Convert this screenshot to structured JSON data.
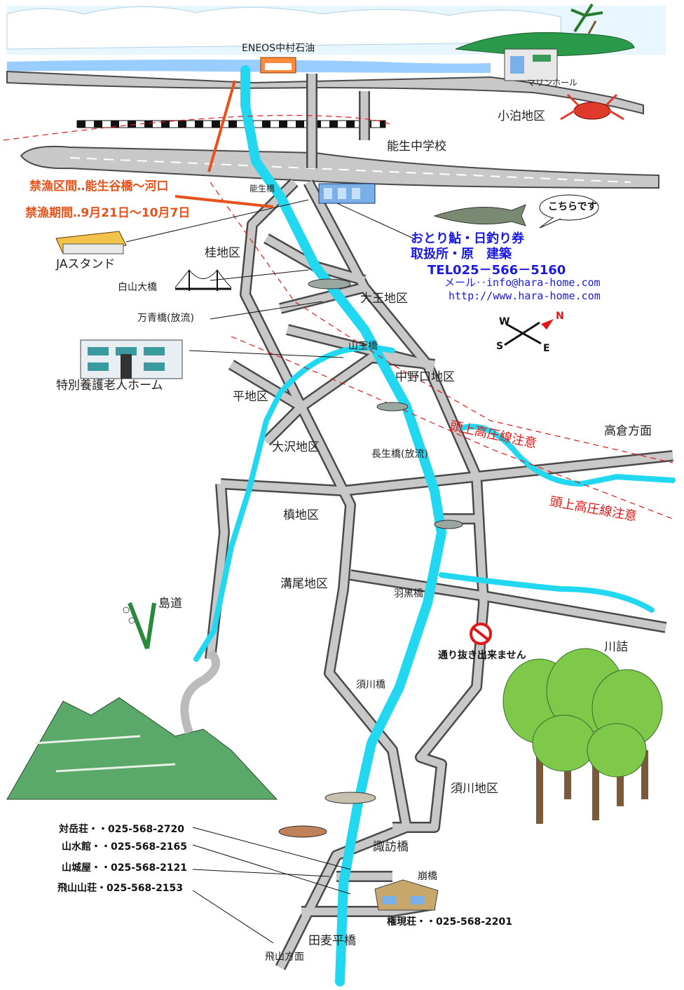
{
  "places": {
    "eneos": "ENEOS中村石油",
    "marine": "マリンホール",
    "kodomari": "小泊地区",
    "nou_school": "能生中学校",
    "noutani_bridge": "能生橋",
    "katsura": "桂地区",
    "hakusan_bridge": "白山大橋",
    "ja": "JAスタンド",
    "ooji": "大王地区",
    "mansei_bridge": "万青橋(放流)",
    "sanno_bridge": "山王橋",
    "home": "特別養護老人ホーム",
    "nakanokuchi": "中野口地区",
    "taira": "平地区",
    "takakura": "高倉方面",
    "oosawa": "大沢地区",
    "chousei_bridge": "長生橋(放流)",
    "maki": "槙地区",
    "mizoo": "溝尾地区",
    "haguro_bridge": "羽黒橋",
    "shimamichi": "島道",
    "no_through": "通り抜き出来ません",
    "kawazume": "川詰",
    "sugawa_bridge": "須川橋",
    "sugawa": "須川地区",
    "suwa_bridge": "諏訪橋",
    "kuzure_bridge": "崩橋",
    "tamugi_bridge": "田麦平橋",
    "hiyama": "飛山方面"
  },
  "notices": {
    "closed_section": "禁漁区間‥能生谷橋〜河口",
    "closed_period": "禁漁期間‥9月21日〜10月7日",
    "powerline": "頭上高圧線注意"
  },
  "shop": {
    "bubble": "こちらです",
    "line1": "おとり鮎・日釣り券",
    "line2": "取扱所・原　建築",
    "tel": "TEL025－566－5160",
    "mail": "メール‥info@hara-home.com",
    "url": "http://www.hara-home.com"
  },
  "compass": {
    "n": "N",
    "s": "S",
    "e": "E",
    "w": "W"
  },
  "inns": [
    {
      "text": "対岳荘・・025-568-2720"
    },
    {
      "text": "山水館・・025-568-2165"
    },
    {
      "text": "山城屋・・025-568-2121"
    },
    {
      "text": "飛山山荘・025-568-2153"
    }
  ],
  "gongen": "権現荘・・025-568-2201",
  "colors": {
    "river": "#22d8f0",
    "road": "#c8c8c8",
    "road_edge": "#4a4a4a",
    "sea": "#99ccff",
    "caution_red": "#e01818",
    "notice_orange": "#e8521a",
    "shop_blue": "#1a1ae0"
  }
}
